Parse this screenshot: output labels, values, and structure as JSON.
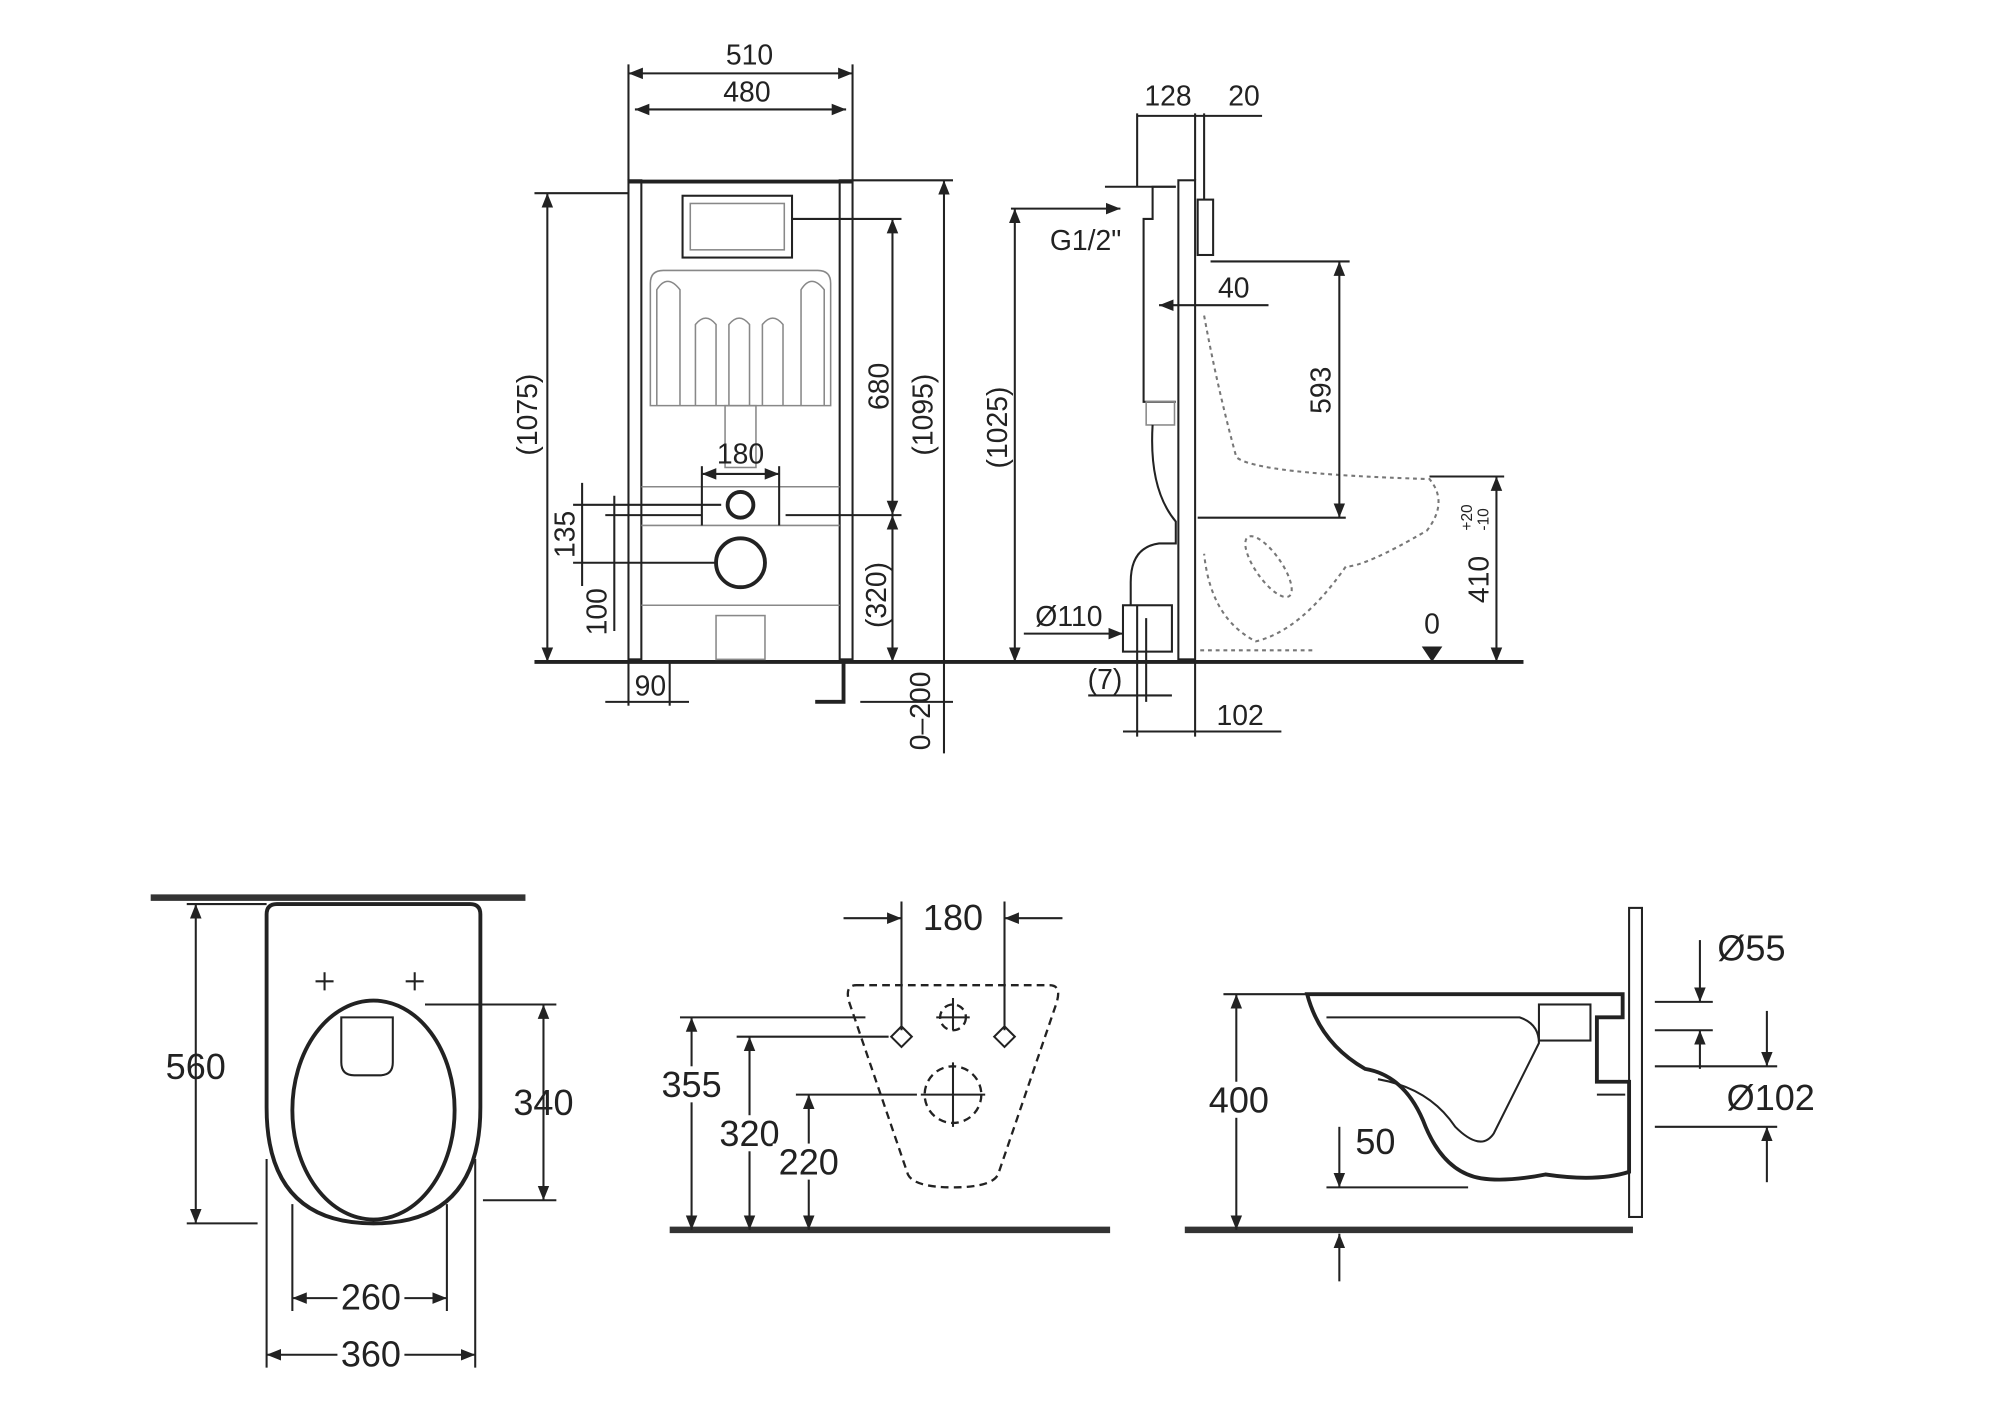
{
  "frame_front": {
    "width_outer": "510",
    "width_inner": "480",
    "height_total": "(1075)",
    "flush_height": "680",
    "height_max": "(1095)",
    "drain_height": "(320)",
    "bolt_spacing": "180",
    "inlet_offset": "135",
    "drain_offset": "100",
    "foot_width": "90",
    "foot_adjust": "0–200"
  },
  "frame_side": {
    "depth": "128",
    "wall_thickness": "20",
    "water_connection": "G1/2\"",
    "inlet_height": "(1025)",
    "wc_offset": "40",
    "flush_to_bolt": "593",
    "seat_height": "410",
    "seat_tol_plus": "+20",
    "seat_tol_minus": "-10",
    "floor_mark": "0",
    "drain_diameter": "Ø110",
    "drain_gap": "(7)",
    "drain_distance": "102"
  },
  "bowl_top": {
    "length": "560",
    "seat_length": "340",
    "seat_width": "260",
    "width": "360"
  },
  "bowl_rear": {
    "bolt_spacing": "180",
    "height_a": "355",
    "height_b": "320",
    "height_c": "220"
  },
  "bowl_side": {
    "height": "400",
    "offset": "50",
    "inlet_diameter": "Ø55",
    "outlet_diameter": "Ø102"
  }
}
